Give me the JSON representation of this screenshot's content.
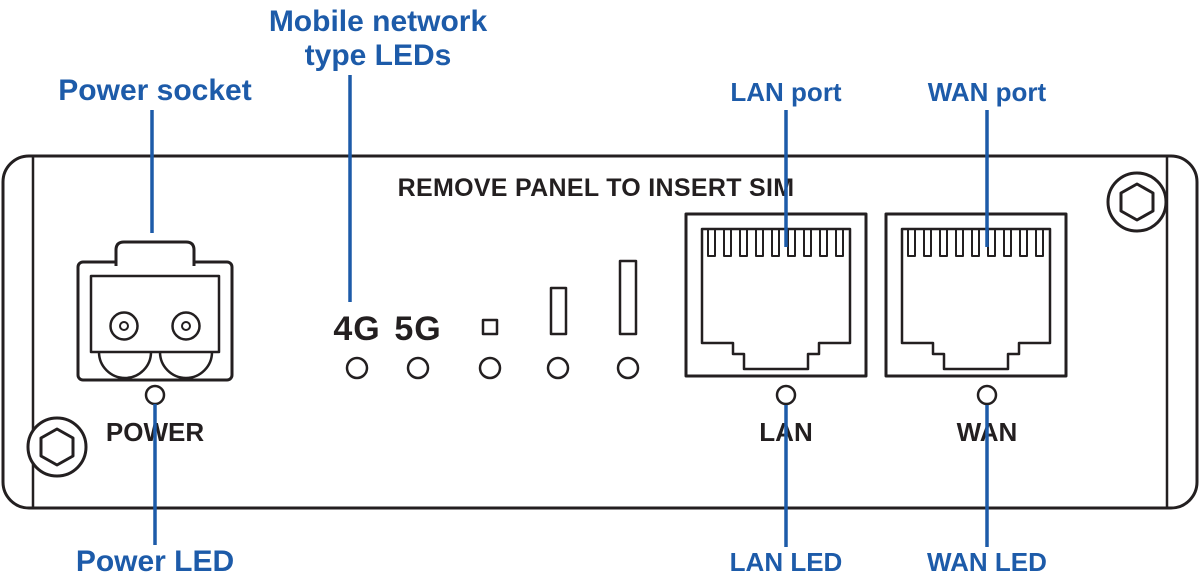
{
  "diagram": {
    "colors": {
      "callout_blue": "#1d5ba9",
      "ink_black": "#231f20"
    },
    "callouts": {
      "power_socket": "Power socket",
      "mobile_network_line1": "Mobile network",
      "mobile_network_line2": "type LEDs",
      "lan_port": "LAN port",
      "wan_port": "WAN port",
      "power_led": "Power LED",
      "lan_led": "LAN LED",
      "wan_led": "WAN LED"
    },
    "panel": {
      "note": "REMOVE PANEL TO INSERT SIM",
      "power_label": "POWER",
      "lan_label": "LAN",
      "wan_label": "WAN",
      "mobile_4g": "4G",
      "mobile_5g": "5G"
    }
  }
}
